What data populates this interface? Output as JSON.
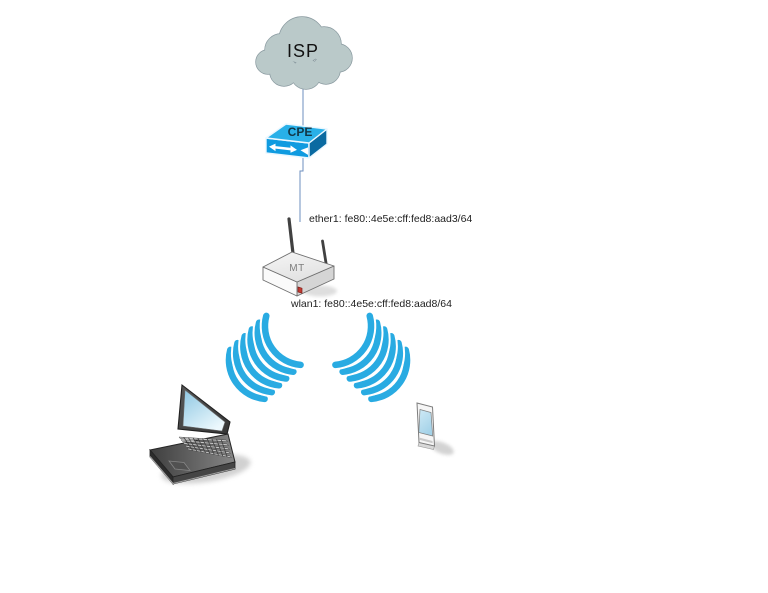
{
  "diagram": {
    "nodes": {
      "isp": {
        "label": "ISP",
        "icon": "cloud-icon"
      },
      "cpe": {
        "label": "CPE",
        "icon": "switch-icon"
      },
      "router": {
        "label": "MT",
        "icon": "wireless-router-icon"
      },
      "laptop": {
        "icon": "laptop-icon"
      },
      "phone": {
        "icon": "smartphone-icon"
      }
    },
    "links": {
      "ether1": {
        "label": "ether1: fe80::4e5e:cff:fed8:aad3/64"
      },
      "wlan1": {
        "label": "wlan1: fe80::4e5e:cff:fed8:aad8/64"
      }
    },
    "colors": {
      "wifi": "#29abe2",
      "link_line": "#6e8fbf",
      "cloud_fill": "#bac9c9",
      "cloud_stroke": "#8a9aa0",
      "switch_top": "#29b0e8",
      "switch_front": "#0f9be0",
      "switch_side": "#0a6aa1",
      "led": "#c23b32"
    }
  }
}
